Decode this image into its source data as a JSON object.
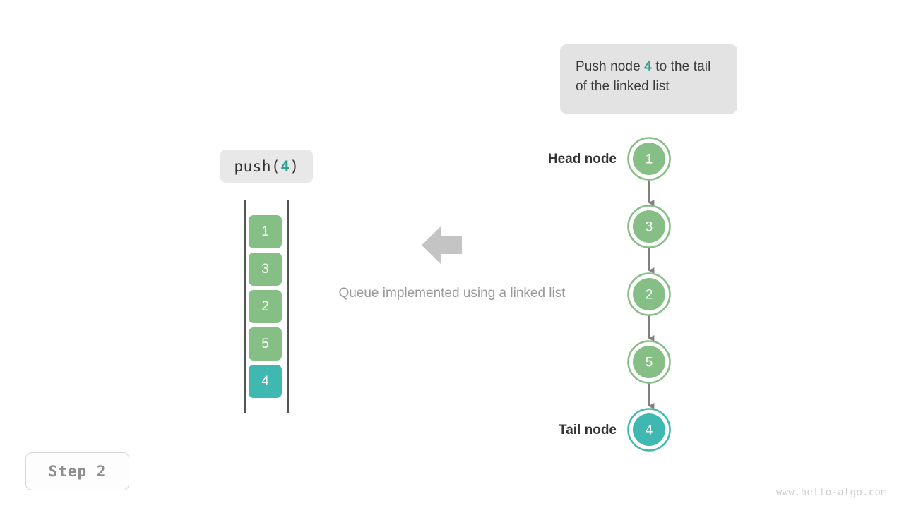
{
  "callout": {
    "text_before": "Push node ",
    "highlight": "4",
    "text_after": " to the tail of the linked list"
  },
  "operation": {
    "fn_open": "push(",
    "arg": "4",
    "fn_close": ")"
  },
  "queue": {
    "cells": [
      {
        "value": "1",
        "color": "#86bf85",
        "highlight": false
      },
      {
        "value": "3",
        "color": "#86bf85",
        "highlight": false
      },
      {
        "value": "2",
        "color": "#86bf85",
        "highlight": false
      },
      {
        "value": "5",
        "color": "#86bf85",
        "highlight": false
      },
      {
        "value": "4",
        "color": "#3fb8b1",
        "highlight": true
      }
    ]
  },
  "caption": "Queue implemented using a linked list",
  "linked_list": {
    "head_label": "Head node",
    "tail_label": "Tail node",
    "nodes": [
      {
        "value": "1",
        "color": "#86bf85",
        "highlight": false
      },
      {
        "value": "3",
        "color": "#86bf85",
        "highlight": false
      },
      {
        "value": "2",
        "color": "#86bf85",
        "highlight": false
      },
      {
        "value": "5",
        "color": "#86bf85",
        "highlight": false
      },
      {
        "value": "4",
        "color": "#3fb8b1",
        "highlight": true
      }
    ]
  },
  "step": "Step 2",
  "watermark": "www.hello-algo.com",
  "colors": {
    "green": "#86bf85",
    "teal": "#3fb8b1",
    "teal_text": "#2e9e96",
    "arrow_gray": "#808080",
    "block_arrow_gray": "#c4c4c4",
    "callout_bg": "#e3e3e3",
    "chip_bg": "#e8e8e8",
    "caption_gray": "#999999"
  }
}
